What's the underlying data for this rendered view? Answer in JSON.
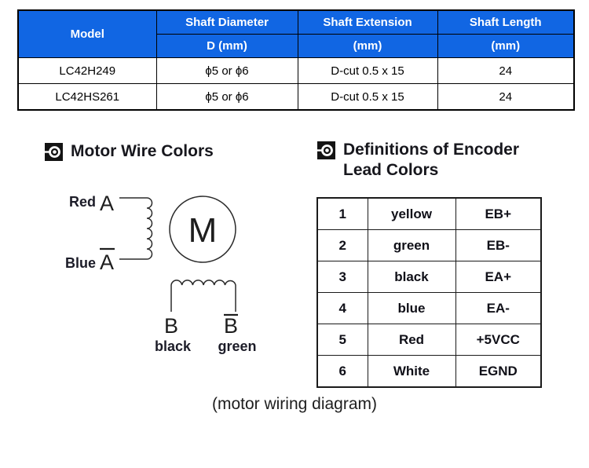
{
  "spec_table": {
    "header_bg": "#1166e3",
    "header_text_color": "#ffffff",
    "columns": [
      {
        "label": "Model",
        "sub": ""
      },
      {
        "label": "Shaft Diameter",
        "sub": "D (mm)"
      },
      {
        "label": "Shaft Extension",
        "sub": "(mm)"
      },
      {
        "label": "Shaft Length",
        "sub": "(mm)"
      }
    ],
    "rows": [
      [
        "LC42H249",
        "ϕ5 or ϕ6",
        "D-cut 0.5 x 15",
        "24"
      ],
      [
        "LC42HS261",
        "ϕ5 or ϕ6",
        "D-cut 0.5 x 15",
        "24"
      ]
    ]
  },
  "sections": {
    "motor_wire": {
      "title": "Motor Wire Colors"
    },
    "encoder": {
      "title_line1": "Definitions of Encoder",
      "title_line2": "Lead Colors"
    }
  },
  "wiring_diagram": {
    "motor_symbol": "M",
    "phase_a_label": "A",
    "phase_a_bar_label": "A",
    "phase_a_top_wire": "Red",
    "phase_a_bottom_wire": "Blue",
    "phase_b_label": "B",
    "phase_b_bar_label": "B",
    "phase_b_left_wire": "black",
    "phase_b_right_wire": "green"
  },
  "encoder_table": {
    "rows": [
      {
        "pin": "1",
        "color": "yellow",
        "signal": "EB+"
      },
      {
        "pin": "2",
        "color": "green",
        "signal": "EB-"
      },
      {
        "pin": "3",
        "color": "black",
        "signal": "EA+"
      },
      {
        "pin": "4",
        "color": "blue",
        "signal": "EA-"
      },
      {
        "pin": "5",
        "color": "Red",
        "signal": "+5VCC"
      },
      {
        "pin": "6",
        "color": "White",
        "signal": "EGND"
      }
    ]
  },
  "caption": "(motor wiring diagram)"
}
